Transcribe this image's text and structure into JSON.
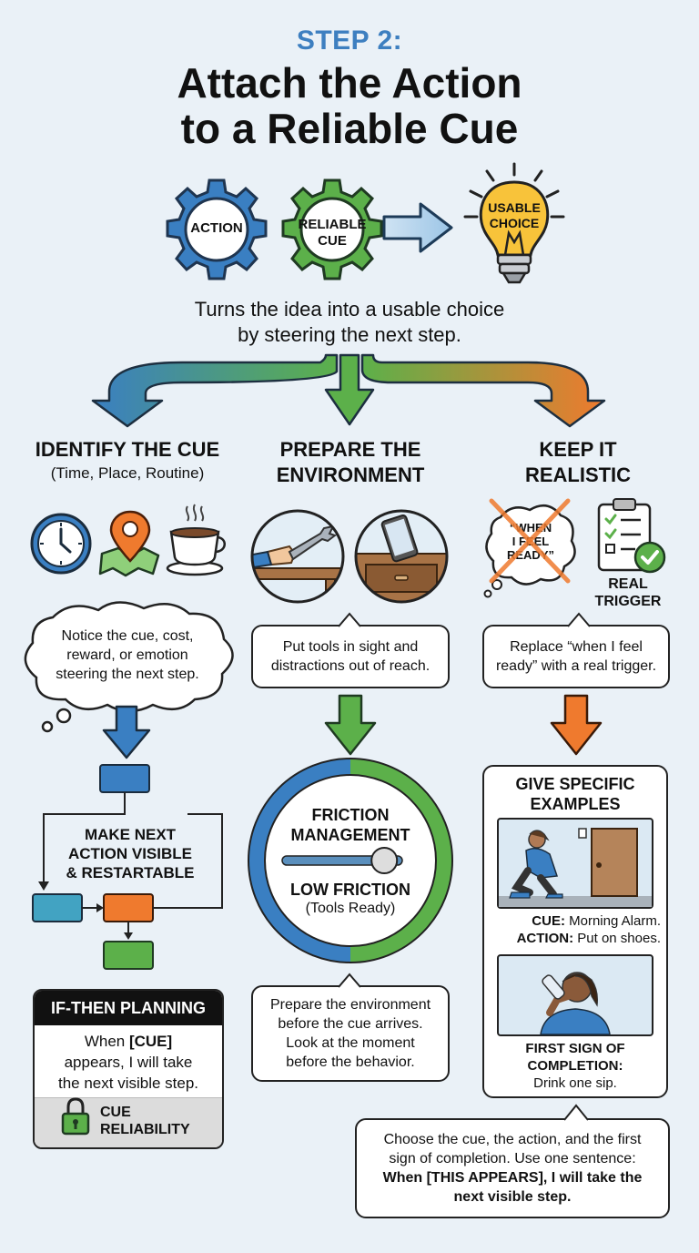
{
  "header": {
    "step": "STEP 2:",
    "title_line1": "Attach the Action",
    "title_line2": "to a Reliable Cue"
  },
  "hero": {
    "gear_action": "ACTION",
    "gear_cue_line1": "RELIABLE",
    "gear_cue_line2": "CUE",
    "bulb_line1": "USABLE",
    "bulb_line2": "CHOICE",
    "caption_line1": "Turns the idea into a usable choice",
    "caption_line2": "by steering the next step."
  },
  "col1": {
    "heading": "IDENTIFY THE CUE",
    "sub": "(Time, Place, Routine)",
    "thought_line1": "Notice the cue, cost,",
    "thought_line2": "reward, or emotion",
    "thought_line3": "steering the next step.",
    "flow_line1": "MAKE NEXT",
    "flow_line2": "ACTION VISIBLE",
    "flow_line3": "& RESTARTABLE",
    "ifthen_title": "IF-THEN PLANNING",
    "ifthen_pre": "When ",
    "ifthen_cue": "[CUE]",
    "ifthen_line2": "appears, I will take",
    "ifthen_line3": "the next visible step.",
    "reliability_line1": "CUE",
    "reliability_line2": "RELIABILITY"
  },
  "col2": {
    "heading_line1": "PREPARE THE",
    "heading_line2": "ENVIRONMENT",
    "bubble_line1": "Put tools in sight and",
    "bubble_line2": "distractions out of reach.",
    "ring_line1": "FRICTION",
    "ring_line2": "MANAGEMENT",
    "ring_line3": "LOW FRICTION",
    "ring_line4": "(Tools Ready)",
    "friction_level": 0.85,
    "note_line1": "Prepare the environment",
    "note_line2": "before the cue arrives.",
    "note_line3": "Look at the moment",
    "note_line4": "before the behavior."
  },
  "col3": {
    "heading_line1": "KEEP IT",
    "heading_line2": "REALISTIC",
    "crossed_line1": "“WHEN",
    "crossed_line2": "I FEEL",
    "crossed_line3": "READY”",
    "trigger_line1": "REAL",
    "trigger_line2": "TRIGGER",
    "bubble_line1": "Replace “when I feel",
    "bubble_line2": "ready” with a real trigger.",
    "examples_title_line1": "GIVE SPECIFIC",
    "examples_title_line2": "EXAMPLES",
    "ex1_cue_label": "CUE:",
    "ex1_cue_text": " Morning Alarm.",
    "ex1_action_label": "ACTION:",
    "ex1_action_text": " Put on shoes.",
    "ex2_line1": "FIRST SIGN OF",
    "ex2_line2": "COMPLETION:",
    "ex2_line3": "Drink one sip.",
    "final_line1": "Choose the cue, the action, and the first",
    "final_line2": "sign of completion. Use one sentence:",
    "final_bold1": "When [THIS APPEARS], I will take the",
    "final_bold2": "next visible step."
  },
  "colors": {
    "blue": "#3a7fc2",
    "green": "#5cb04a",
    "orange": "#ef7a2e",
    "bulb": "#f8c33a"
  }
}
